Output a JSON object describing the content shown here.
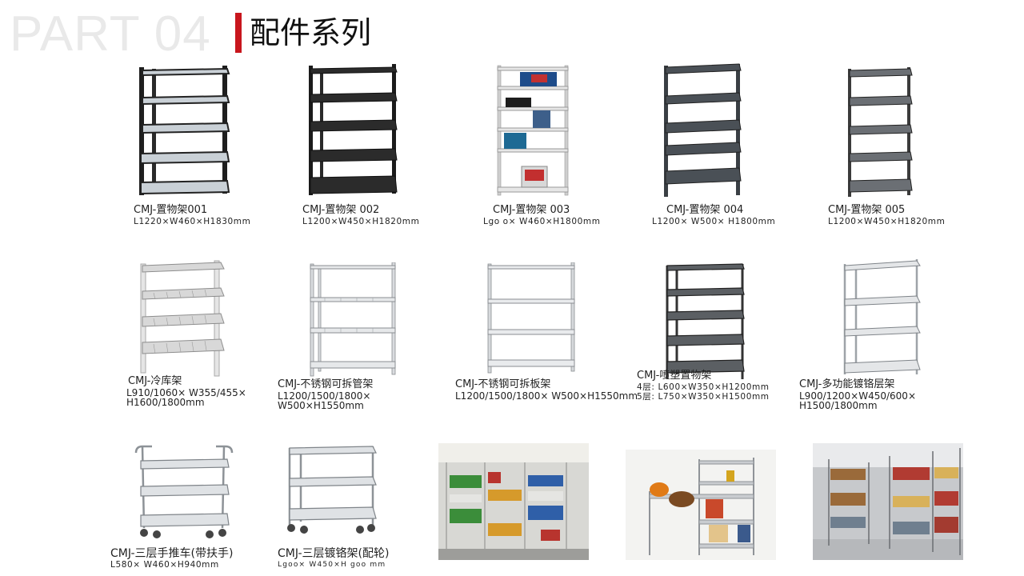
{
  "header": {
    "part_label": "PART 04",
    "title": "配件系列",
    "accent_color": "#c8161d"
  },
  "products": [
    {
      "name": "CMJ-置物架001",
      "spec": "L1220×W460×H1830mm",
      "spec2": "",
      "icon": "steel-shelf-black-frame-grey-panels"
    },
    {
      "name": "CMJ-置物架 002",
      "spec": "L1200×W450×H1820mm",
      "spec2": "",
      "icon": "steel-shelf-black"
    },
    {
      "name": "CMJ-置物架  003",
      "spec": "Lgo o× W460×H1800mm",
      "spec2": "",
      "icon": "steel-shelf-white-with-boxes"
    },
    {
      "name": "CMJ-置物架  004",
      "spec": "L1200× W500× H1800mm",
      "spec2": "",
      "icon": "steel-shelf-dark-grey"
    },
    {
      "name": "CMJ-置物架  005",
      "spec": "L1200×W450×H1820mm",
      "spec2": "",
      "icon": "steel-shelf-dark-narrow"
    },
    {
      "name": "CMJ-冷库架",
      "spec": "L910/1060× W355/455×",
      "spec2": "H1600/1800mm",
      "icon": "cold-storage-plastic-shelf"
    },
    {
      "name": "CMJ-不锈钢可拆管架",
      "spec": "L1200/1500/1800×",
      "spec2": "W500×H1550mm",
      "icon": "stainless-tube-rack"
    },
    {
      "name": "CMJ-不锈钢可拆板架",
      "spec": "L1200/1500/1800× W500×H1550mm",
      "spec2": "",
      "icon": "stainless-panel-rack"
    },
    {
      "name": "CMJ-喷塑置物架",
      "spec": "4层: L600×W350×H1200mm",
      "spec2": "5层: L750×W350×H1500mm",
      "icon": "powder-coated-wire-shelf"
    },
    {
      "name": "CMJ-多功能镀铬层架",
      "spec": "L900/1200×W450/600×",
      "spec2": "H1500/1800mm",
      "icon": "chrome-wire-shelf"
    },
    {
      "name": "CMJ-三层手推车(带扶手)",
      "spec": "L580× W460×H940mm",
      "spec2": "",
      "icon": "three-tier-trolley-handles"
    },
    {
      "name": "CMJ-三层镀铬架(配轮)",
      "spec": "Lgoo× W450×H goo mm",
      "spec2": "",
      "icon": "three-tier-chrome-cart"
    }
  ],
  "photos": [
    {
      "icon": "retail-store-shelves-photo"
    },
    {
      "icon": "garage-storage-shelf-photo"
    },
    {
      "icon": "warehouse-shelving-photo"
    }
  ]
}
